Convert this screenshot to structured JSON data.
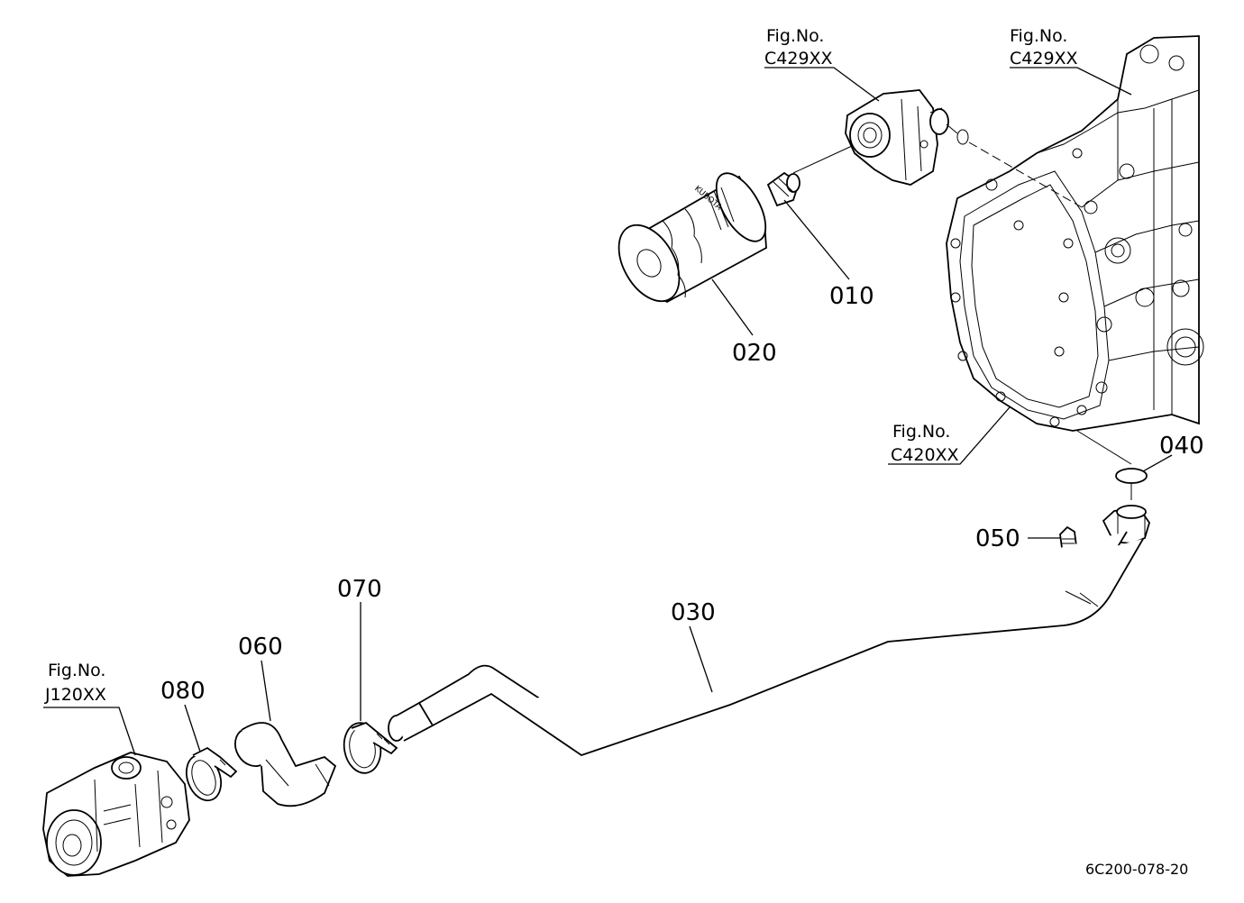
{
  "parts": {
    "p010": "010",
    "p020": "020",
    "p030": "030",
    "p040": "040",
    "p050": "050",
    "p060": "060",
    "p070": "070",
    "p080": "080"
  },
  "figrefs": {
    "fig_label": "Fig.No.",
    "c429_filter_head": "C429XX",
    "c429_housing": "C429XX",
    "c420_case": "C420XX",
    "j120_pump": "J120XX"
  },
  "drawing_code": "6C200-078-20"
}
